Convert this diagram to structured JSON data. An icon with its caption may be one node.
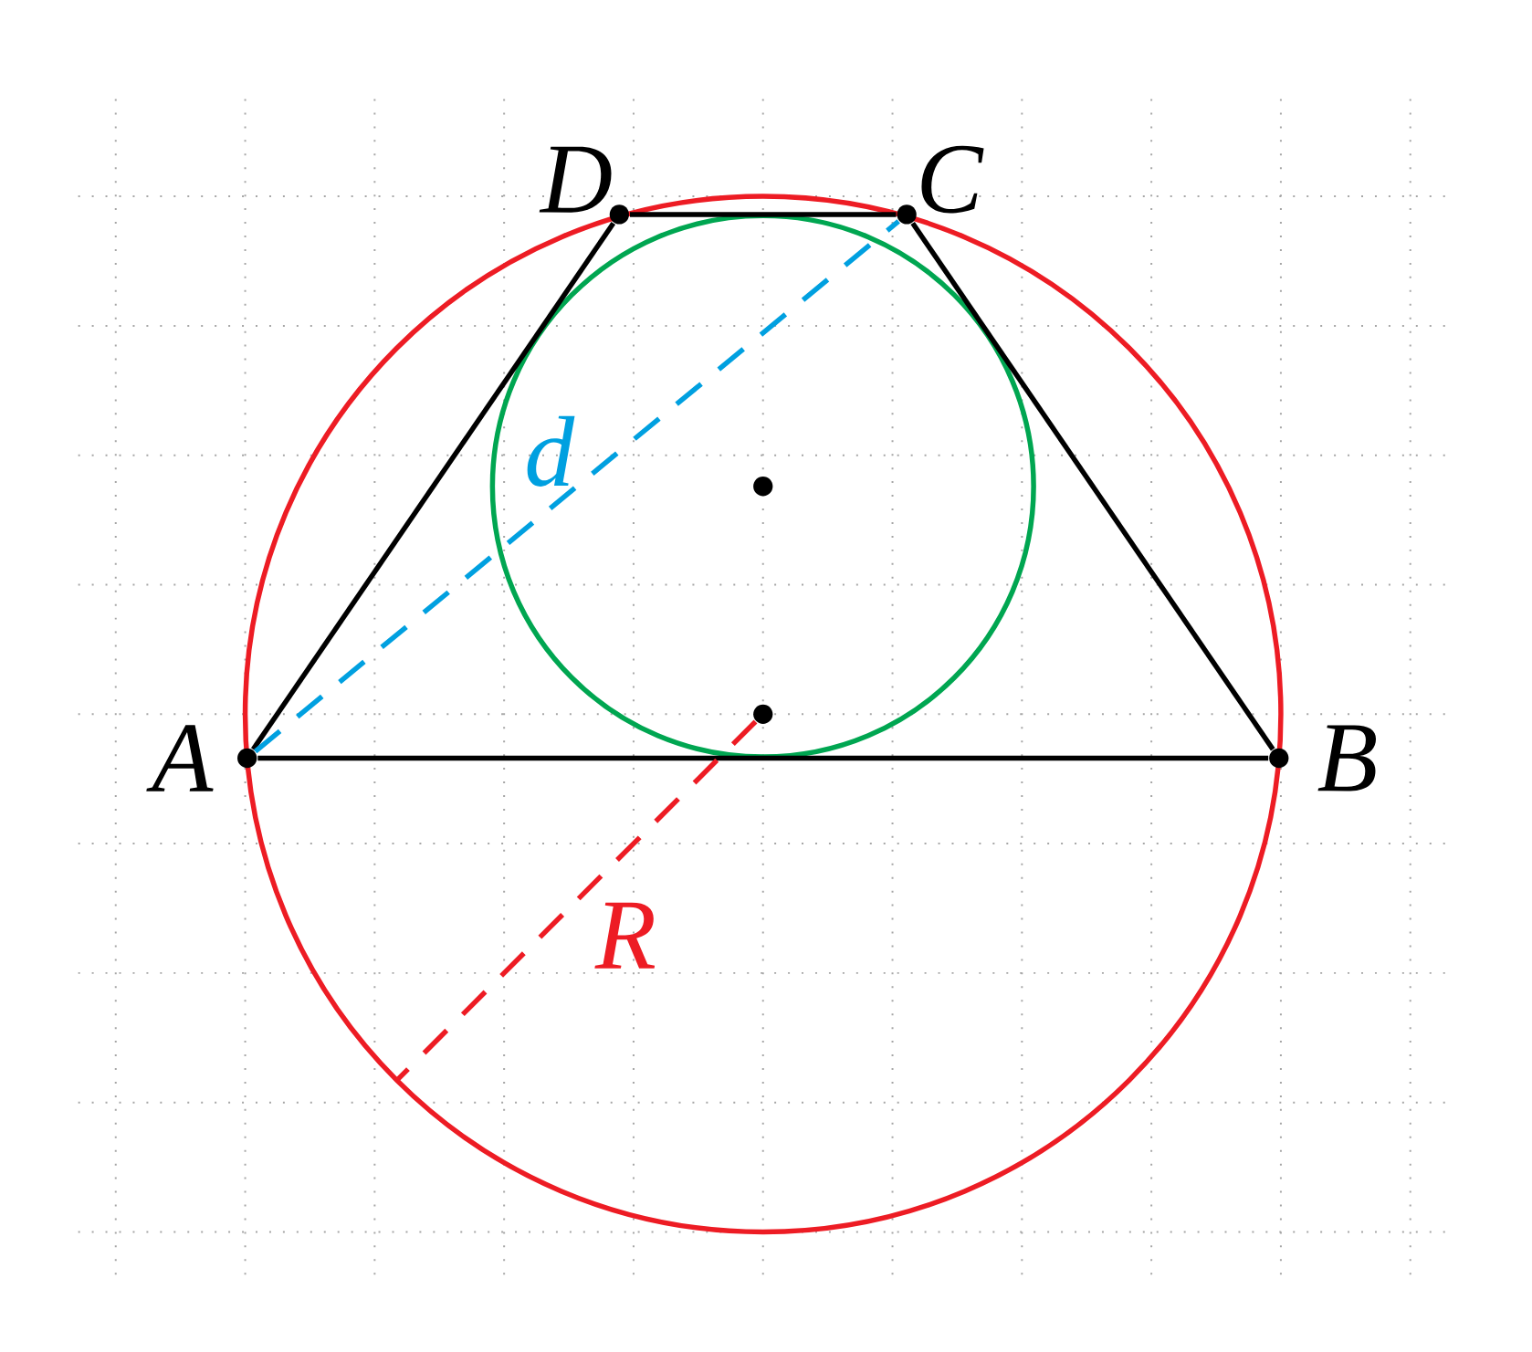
{
  "diagram": {
    "nodes": [
      {
        "text": [
          "A"
        ]
      },
      {
        "text": [
          "B"
        ]
      },
      {
        "text": [
          "C"
        ]
      },
      {
        "text": [
          "D"
        ]
      },
      {
        "text": [],
        "shape": "circle"
      },
      {
        "text": [],
        "shape": "circle"
      }
    ],
    "edges": [
      {
        "from": 0,
        "to": 1,
        "arrow": "none"
      },
      {
        "from": 1,
        "to": 2,
        "arrow": "none"
      },
      {
        "from": 2,
        "to": 3,
        "arrow": "none"
      },
      {
        "from": 3,
        "to": 0,
        "arrow": "none"
      },
      {
        "from": 0,
        "to": 2,
        "arrow": "none",
        "label": "d",
        "style": "dashed",
        "color": "#00a0e0"
      },
      {
        "from": 5,
        "to": null,
        "arrow": "none",
        "label": "R",
        "style": "dashed",
        "color": "#ed1c24"
      }
    ]
  }
}
